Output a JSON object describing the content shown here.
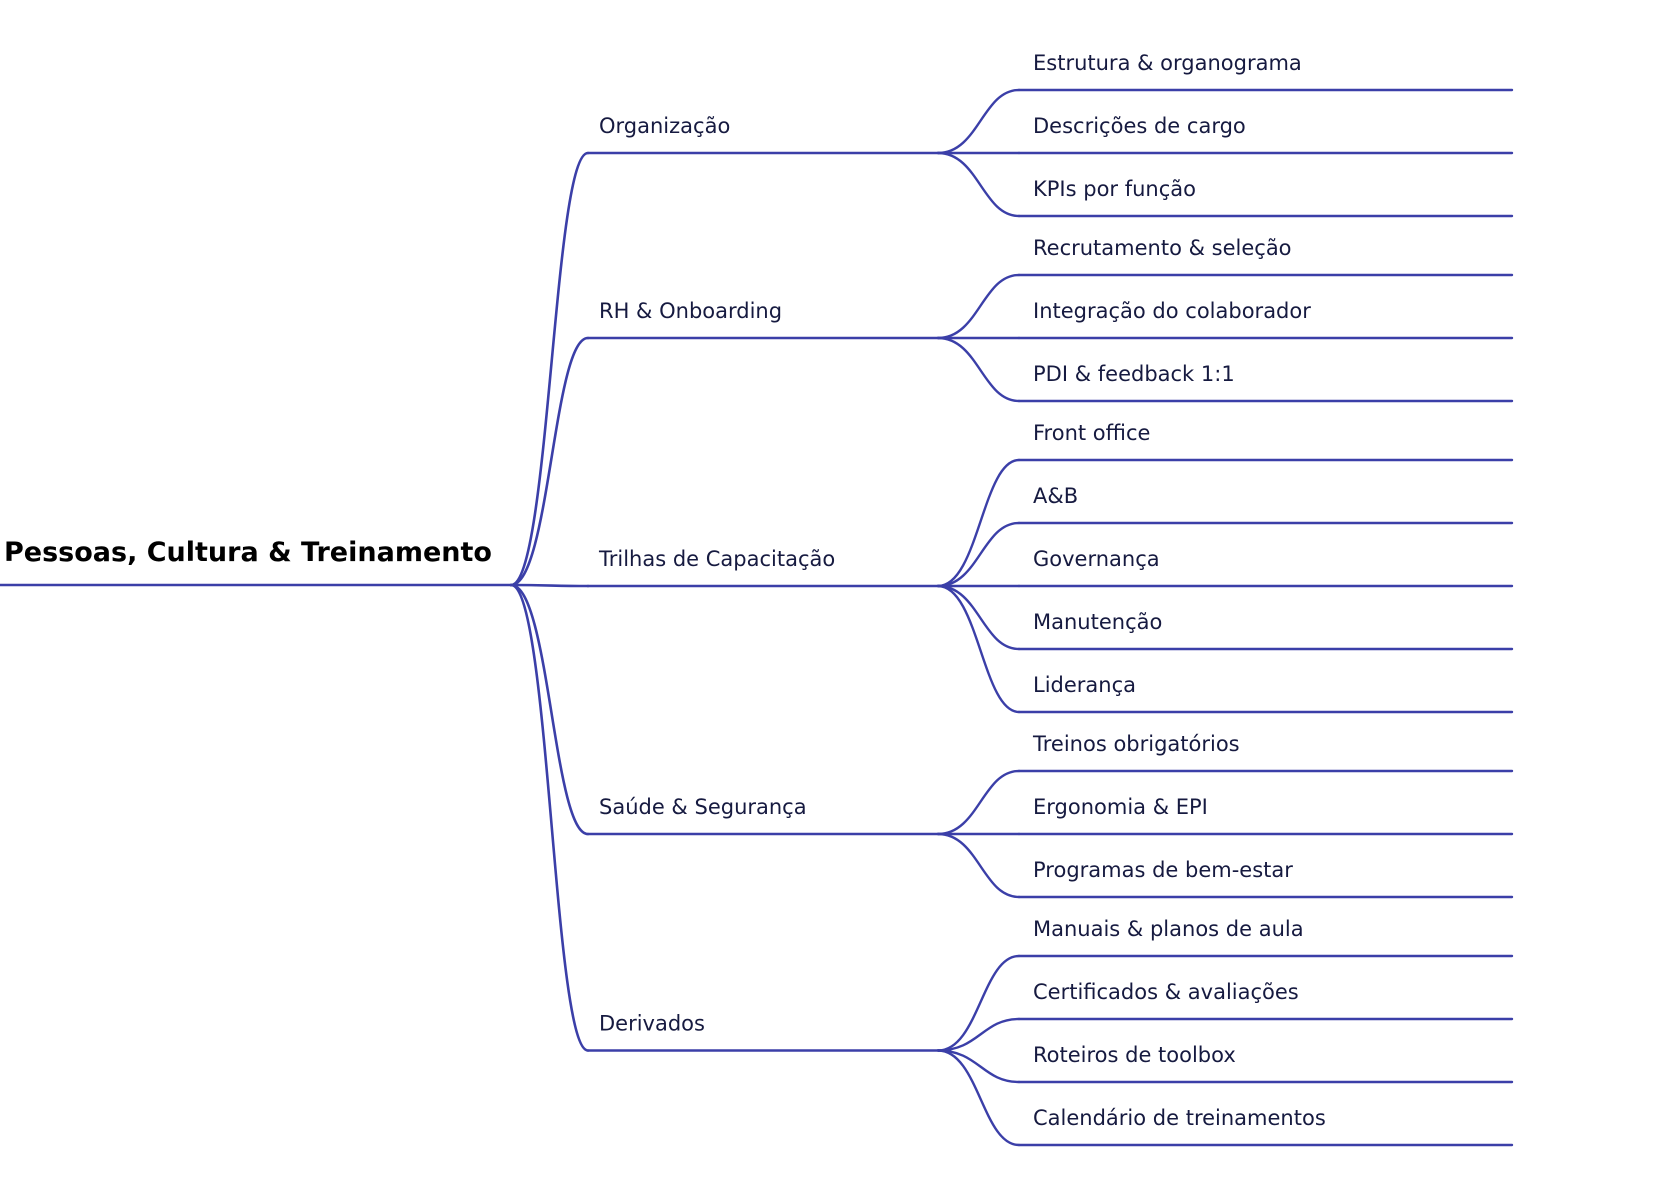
{
  "theme": {
    "line_color": "#3b3fa8",
    "text_color": "#161a40",
    "root_text_color": "#000000",
    "background": "#ffffff"
  },
  "root": {
    "label": "Pessoas, Cultura & Treinamento"
  },
  "branches": [
    {
      "label": "Organização",
      "children": [
        "Estrutura & organograma",
        "Descrições de cargo",
        "KPIs por função"
      ]
    },
    {
      "label": "RH & Onboarding",
      "children": [
        "Recrutamento & seleção",
        "Integração do colaborador",
        "PDI & feedback 1:1"
      ]
    },
    {
      "label": "Trilhas de Capacitação",
      "children": [
        "Front office",
        "A&B",
        "Governança",
        "Manutenção",
        "Liderança"
      ]
    },
    {
      "label": "Saúde & Segurança",
      "children": [
        "Treinos obrigatórios",
        "Ergonomia & EPI",
        "Programas de bem-estar"
      ]
    },
    {
      "label": "Derivados",
      "children": [
        "Manuais & planos de aula",
        "Certificados & avaliações",
        "Roteiros de toolbox",
        "Calendário de treinamentos"
      ]
    }
  ]
}
